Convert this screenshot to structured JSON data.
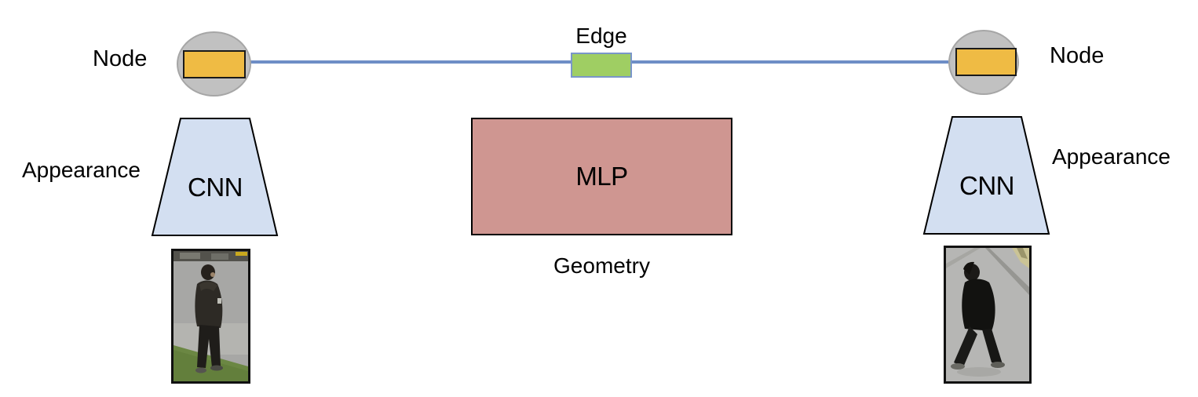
{
  "diagram": {
    "node_left": {
      "label": "Node"
    },
    "node_right": {
      "label": "Node"
    },
    "edge": {
      "label": "Edge"
    },
    "cnn_left": {
      "label": "CNN",
      "annotation": "Appearance"
    },
    "cnn_right": {
      "label": "CNN",
      "annotation": "Appearance"
    },
    "mlp": {
      "label": "MLP",
      "annotation": "Geometry"
    }
  },
  "colors": {
    "canvas-bg": "#ffffff",
    "text": "#000000",
    "node-ellipse-fill": "#c1c1c1",
    "node-ellipse-border": "#a6a6a6",
    "node-box-fill": "#efbb44",
    "node-box-border": "#1a1a1a",
    "edge-line": "#6e8ec6",
    "edge-box-fill": "#9fce63",
    "edge-box-border": "#7a96c9",
    "cnn-fill": "#d3dff1",
    "cnn-border": "#000000",
    "mlp-fill": "#cf9691",
    "mlp-border": "#000000"
  }
}
